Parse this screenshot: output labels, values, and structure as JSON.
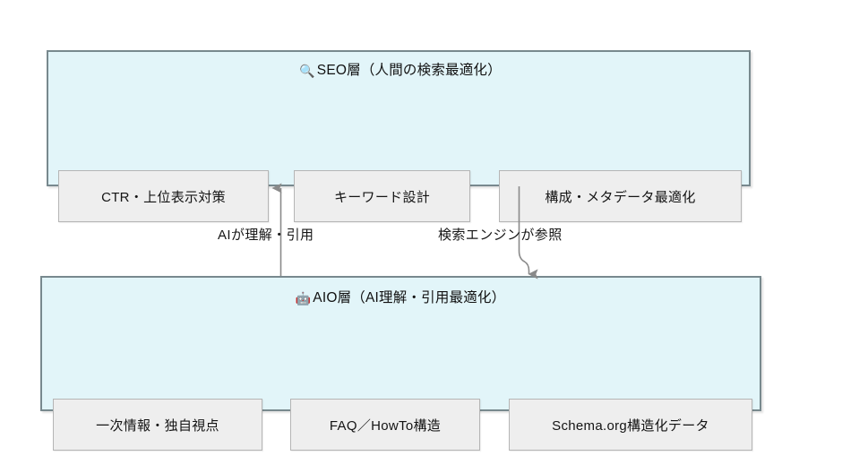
{
  "diagram": {
    "type": "two-layer-flow",
    "background_color": "#ffffff",
    "layer_fill_color": "#e2f5f9",
    "layer_border_color": "#78898e",
    "item_fill_color": "#eeeeee",
    "item_border_color": "#b5b5b5",
    "connector_color": "#8a8a8a"
  },
  "seo_layer": {
    "icon": "magnifying-glass-icon",
    "icon_glyph": "🔍",
    "title": "SEO層（人間の検索最適化）",
    "items": [
      {
        "label": "CTR・上位表示対策"
      },
      {
        "label": "キーワード設計"
      },
      {
        "label": "構成・メタデータ最適化"
      }
    ]
  },
  "aio_layer": {
    "icon": "robot-icon",
    "icon_glyph": "🤖",
    "title": "AIO層（AI理解・引用最適化）",
    "items": [
      {
        "label": "一次情報・独自視点"
      },
      {
        "label": "FAQ／HowTo構造"
      },
      {
        "label": "Schema.org構造化データ"
      }
    ]
  },
  "connectors": [
    {
      "name": "ai-understands-cites",
      "label": "AIが理解・引用",
      "direction": "upward",
      "from": "aio_layer",
      "to": "seo_layer"
    },
    {
      "name": "search-engine-references",
      "label": "検索エンジンが参照",
      "direction": "downward",
      "from": "seo_layer",
      "to": "aio_layer"
    }
  ]
}
